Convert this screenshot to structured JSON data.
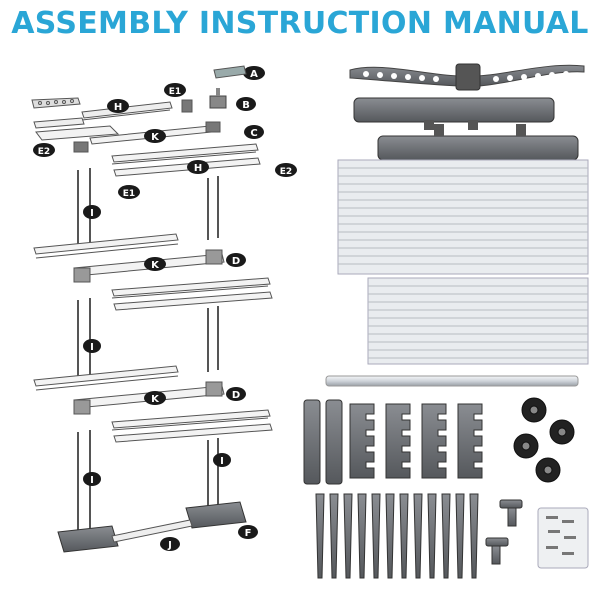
{
  "title": "ASSEMBLY INSTRUCTION MANUAL",
  "labels": {
    "A": "A",
    "B": "B",
    "C": "C",
    "D": "D",
    "E1": "E1",
    "E2": "E2",
    "F": "F",
    "H": "H",
    "I": "I",
    "J": "J",
    "K": "K"
  },
  "colors": {
    "title": "#2aa6d6",
    "parts": "#6e7075",
    "rod": "#d7dbe0",
    "callout": "#1a1a1a"
  }
}
